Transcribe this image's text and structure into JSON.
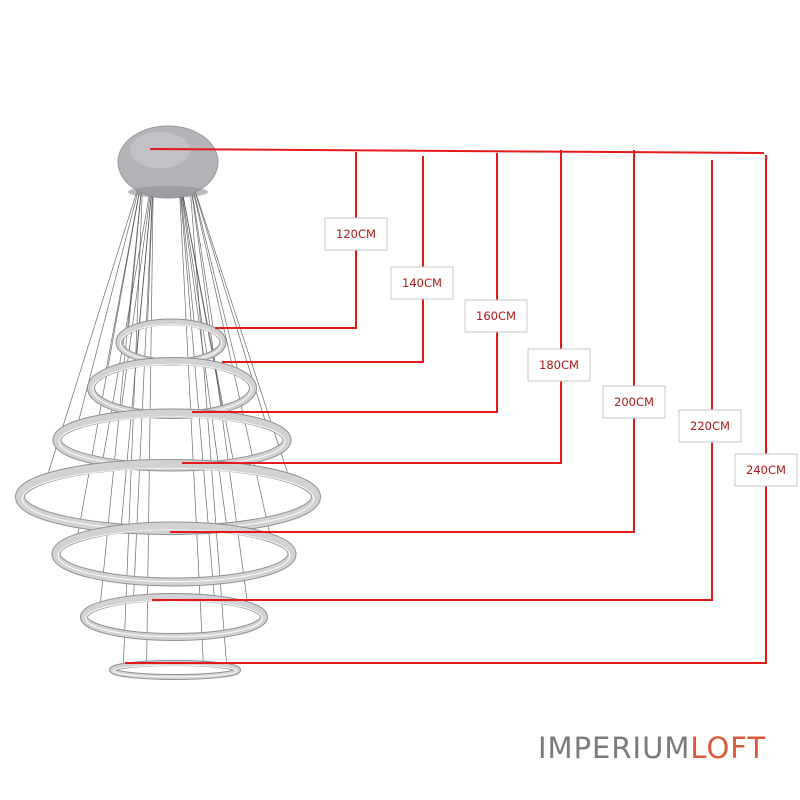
{
  "diagram": {
    "dimensions": [
      {
        "label": "120CM"
      },
      {
        "label": "140CM"
      },
      {
        "label": "160CM"
      },
      {
        "label": "180CM"
      },
      {
        "label": "200CM"
      },
      {
        "label": "220CM"
      },
      {
        "label": "240CM"
      }
    ],
    "colors": {
      "dimension_line": "#e41a1a",
      "label_text": "#b01818",
      "ring": "#d2d2d4",
      "ring_edge": "#8f8f94",
      "canopy": "#b4b4b8",
      "wire": "#3a3a3a"
    }
  },
  "brand": {
    "part1": "IMPERIUM",
    "part2": "LOFT",
    "color1": "#7a7a7a",
    "color2": "#d85a3a"
  }
}
